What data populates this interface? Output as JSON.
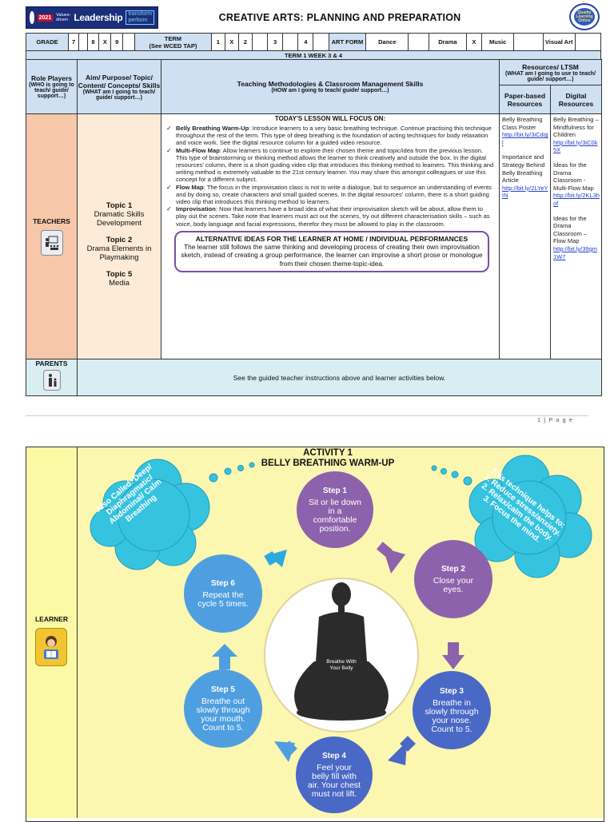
{
  "header": {
    "banner_year": "2021",
    "banner_values": "Values-driven",
    "banner_leadership": "Leadership",
    "banner_transform": "transform perform",
    "title": "CREATIVE ARTS: PLANNING AND PREPARATION",
    "logo_text": "Quality Learning Online"
  },
  "grade_row": {
    "grade_label": "GRADE",
    "grades": [
      "7",
      "",
      "8",
      "X",
      "9",
      ""
    ],
    "term_label": "TERM",
    "term_sub": "(See WCED TAP)",
    "terms": [
      "1",
      "X",
      "2",
      "",
      "3",
      "",
      "4",
      ""
    ],
    "art_form_label": "ART FORM",
    "forms": [
      "Dance",
      "",
      "Drama",
      "X",
      "Music",
      "",
      "Visual Art",
      ""
    ]
  },
  "term_week": "TERM 1 WEEK 3 & 4",
  "columns": {
    "role_players": "Role Players",
    "role_players_sub": "(WHO is going to teach/ guide/ support…)",
    "aim": "Aim/ Purpose/ Topic/ Content/ Concepts/ Skills",
    "aim_sub": "(WHAT am I going to teach/ guide/ support…)",
    "teaching": "Teaching Methodologies & Classroom Management Skills",
    "teaching_sub": "(HOW am I going to teach/ guide/ support…)",
    "resources": "Resources/ LTSM",
    "resources_sub": "(WHAT am I going to use to teach/ guide/ support…)",
    "paper": "Paper-based Resources",
    "digital": "Digital Resources"
  },
  "teachers": {
    "label": "TEACHERS",
    "topics": [
      {
        "title": "Topic 1",
        "desc": "Dramatic Skills Development"
      },
      {
        "title": "Topic 2",
        "desc": "Drama Elements in Playmaking"
      },
      {
        "title": "Topic 5",
        "desc": "Media"
      }
    ],
    "lesson_heading": "TODAY'S LESSON WILL FOCUS ON:",
    "lesson_items": [
      {
        "head": "Belly Breathing Warm-Up",
        "text": "Introduce learners to a very basic breathing technique. Continue practising this technique throughout the rest of the term. This type of deep breathing is the foundation of acting techniques for body relaxation and voice work. See the digital resource column for a guided video resource."
      },
      {
        "head": "Multi-Flow Map",
        "text": "Allow learners to continue to explore their chosen theme and topic/idea from the previous lesson. This type of brainstorming or thinking method allows the learner to think creatively and outside the box. In the digital resources' column, there is a short guiding video clip that introduces this thinking method to learners. This thinking and writing method is extremely valuable to the 21st century learner. You may share this amongst colleagues or use this concept for a different subject."
      },
      {
        "head": "Flow Map",
        "text": "The focus in the improvisation class is not to write a dialogue, but to sequence an understanding of events and by doing so, create characters and small guided scenes. In the digital resources' column, there is a short guiding video clip that introduces this thinking method to learners."
      },
      {
        "head": "Improvisation",
        "text": "Now that learners have a broad idea of what their improvisation sketch will be about, allow them to play out the scenes. Take note that learners must act out the scenes, try out different characterisation skills – such as voice, body language and facial expressions, therefor they must be allowed to play in the classroom."
      }
    ],
    "alt_heading": "ALTERNATIVE IDEAS FOR THE LEARNER AT HOME / INDIVIDUAL PERFORMANCES",
    "alt_text": "The learner still follows the same thinking and developing process of creating their own improvisation sketch, instead of creating a group performance, the learner can improvise a short prose or monologue from their chosen theme-topic-idea.",
    "paper_resources": [
      {
        "text": "Belly Breathing Class Poster",
        "link": "http://bit.ly/3iCdqjl"
      },
      {
        "text": "Importance and Strategy Behind Belly Breathing Article",
        "link": "http://bit.ly/2LYeYIN"
      }
    ],
    "digital_resources": [
      {
        "text": "Belly Breathing – Mindfulness for Children",
        "link": "http://bit.ly/3iC0k5X"
      },
      {
        "text": "Ideas for the Drama Classroom - Multi-Flow Map",
        "link": "http://bit.ly/2KL3hof"
      },
      {
        "text": "Ideas for the Drama Classroom – Flow Map",
        "link": "http://bit.ly/39gm1W7"
      }
    ]
  },
  "parents": {
    "label": "PARENTS",
    "text": "See the guided teacher instructions above and learner activities below."
  },
  "footer": {
    "page": "1 | P a g e"
  },
  "activity": {
    "learner_label": "LEARNER",
    "title_line1": "ACTIVITY 1",
    "title_line2": "BELLY BREATHING WARM-UP",
    "cloud_left": "Also Called: Deep/ Diaphragmatic/ Abdominal/ Calm Breathing",
    "cloud_right": "This technique helps to: 1. Reduce stress/anxiety. 2. Relax/calm the body. 3. Focus the mind.",
    "center_caption": "Breathe With Your Belly",
    "steps": [
      {
        "title": "Step 1",
        "text": "Sit or lie down in a comfortable position."
      },
      {
        "title": "Step 2",
        "text": "Close your eyes."
      },
      {
        "title": "Step 3",
        "text": "Breathe in slowly through your nose. Count to 5."
      },
      {
        "title": "Step 4",
        "text": "Feel your belly fill with air. Your chest must not lift."
      },
      {
        "title": "Step 5",
        "text": "Breathe out slowly through your mouth. Count to 5."
      },
      {
        "title": "Step 6",
        "text": "Repeat the cycle 5 times."
      }
    ],
    "colors": {
      "purple": "#8c62ac",
      "blue": "#4f9fe0",
      "indigo": "#4a68c5",
      "cloud": "#36c3e0",
      "arrow": "#2ea9df"
    }
  }
}
